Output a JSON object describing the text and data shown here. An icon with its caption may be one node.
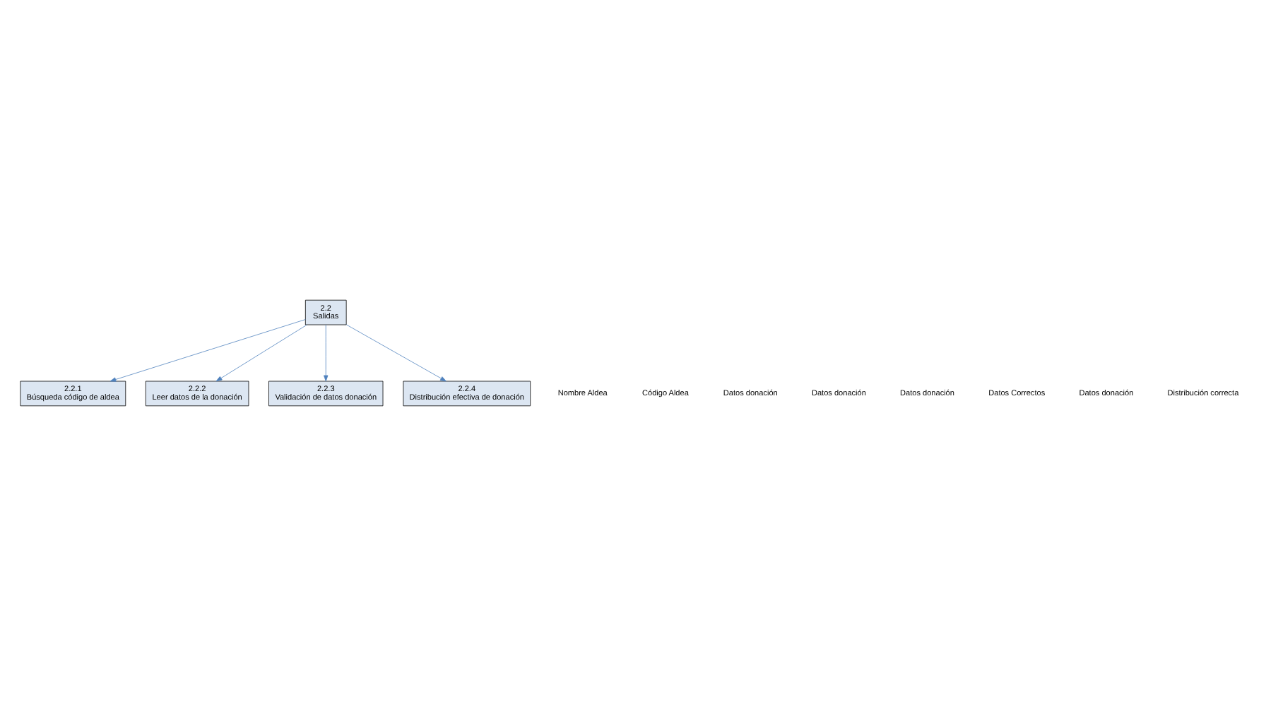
{
  "diagram": {
    "nodes": [
      {
        "text": [
          "2.2",
          "Salidas"
        ]
      },
      {
        "text": [
          "2.2.1",
          "Búsqueda código de aldea"
        ]
      },
      {
        "text": [
          "2.2.2",
          "Leer datos de la donación"
        ]
      },
      {
        "text": [
          "2.2.3",
          "Validación de datos donación"
        ]
      },
      {
        "text": [
          "2.2.4",
          "Distribución efectiva de donación"
        ]
      }
    ],
    "edges": [
      {
        "from": 0,
        "to": 1,
        "arrow": "to"
      },
      {
        "from": 0,
        "to": 2,
        "arrow": "to"
      },
      {
        "from": 0,
        "to": 3,
        "arrow": "to"
      },
      {
        "from": 0,
        "to": 4,
        "arrow": "to"
      }
    ],
    "labels": [
      "Nombre Aldea",
      "Código Aldea",
      "Datos donación",
      "Datos donación",
      "Datos donación",
      "Datos Correctos",
      "Datos donación",
      "Distribución correcta"
    ]
  }
}
